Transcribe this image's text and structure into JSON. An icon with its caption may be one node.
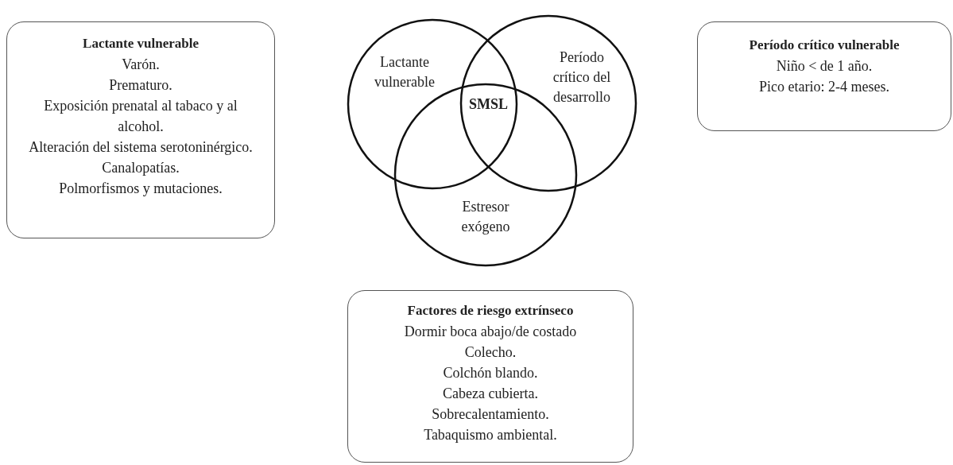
{
  "diagram": {
    "nodes": [
      {
        "text": [
          "Lactante vulnerable",
          "Varón.",
          "Prematuro.",
          "Exposición prenatal al tabaco y al alcohol.",
          "Alteración del sistema serotoninérgico.",
          "Canalopatías.",
          "Polmorfismos y mutaciones."
        ]
      },
      {
        "text": [
          "Lactante vulnerable"
        ]
      },
      {
        "text": [
          "Período crítico del desarrollo"
        ]
      },
      {
        "text": [
          "Estresor exógeno"
        ]
      },
      {
        "text": [
          "Período crítico vulnerable",
          "Niño < de 1 año.",
          "Pico etario: 2-4 meses."
        ]
      },
      {
        "text": [
          "Factores de riesgo extrínseco",
          "Dormir boca abajo/de costado",
          "Colecho.",
          "Colchón blando.",
          "Cabeza cubierta.",
          "Sobrecalentamiento.",
          "Tabaquismo ambiental."
        ]
      }
    ],
    "labels": [
      "SMSL"
    ]
  }
}
